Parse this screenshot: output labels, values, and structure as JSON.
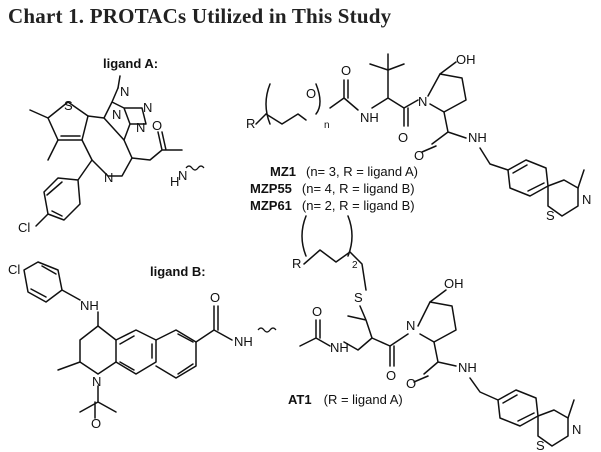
{
  "title": "Chart 1. PROTACs Utilized in This Study",
  "ligand_a": {
    "label": "ligand A:"
  },
  "ligand_b": {
    "label": "ligand B:"
  },
  "mz_series": [
    {
      "name": "MZ1",
      "detail": "(n= 3, R = ligand A)"
    },
    {
      "name": "MZP55",
      "detail": "(n= 4, R = ligand B)"
    },
    {
      "name": "MZP61",
      "detail": "(n= 2, R = ligand B)"
    }
  ],
  "at1": {
    "name": "AT1",
    "detail": "(R = ligand A)"
  },
  "atoms": {
    "S": "S",
    "N": "N",
    "O": "O",
    "OH": "OH",
    "H": "H",
    "NH": "NH",
    "Cl": "Cl",
    "R": "R",
    "n": "n",
    "two": "2"
  }
}
